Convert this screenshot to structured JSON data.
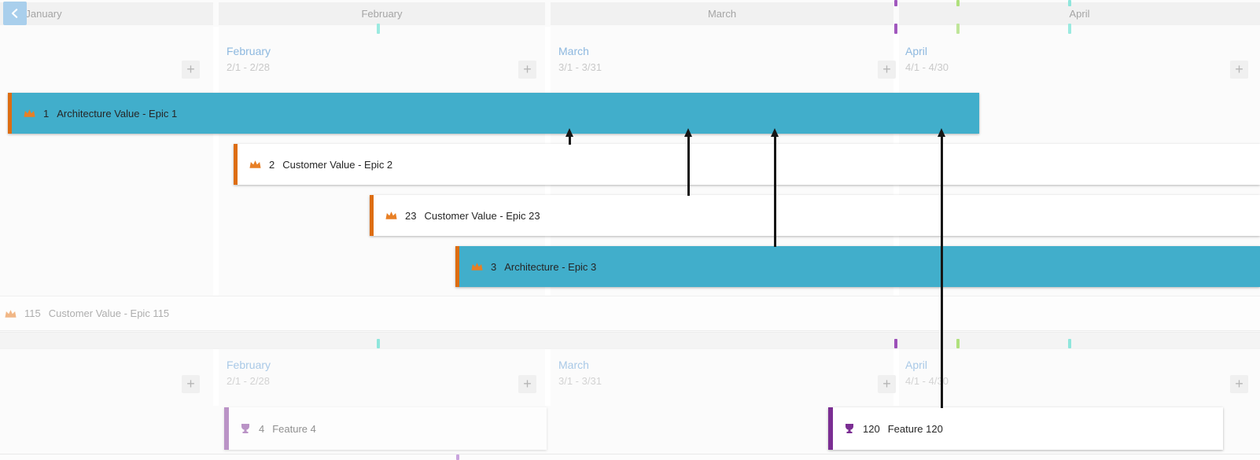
{
  "icons": {
    "plus": "+",
    "back_chevron": "chevron-left",
    "epic": "crown",
    "feature": "trophy"
  },
  "colors": {
    "epic_bar_teal": "#41AECB",
    "epic_accent_orange": "#DD6D12",
    "feature_accent_purple": "#7B2E93",
    "back_button_blue": "#A9CFEC",
    "month_label_blue": "#8DB8DF",
    "dependency_arrow": "#161616",
    "marker_purple": "#A158BE",
    "marker_green": "#AFE07C",
    "marker_cyan": "#8FE6DC"
  },
  "header": {
    "months": [
      {
        "label": "January"
      },
      {
        "label": "February"
      },
      {
        "label": "March"
      },
      {
        "label": "April"
      }
    ]
  },
  "swimlanes": [
    {
      "columns": [
        {
          "label": "February",
          "range": "2/1 - 2/28"
        },
        {
          "label": "March",
          "range": "3/1 - 3/31"
        },
        {
          "label": "April",
          "range": "4/1 - 4/30"
        }
      ],
      "items": [
        {
          "id": "1",
          "title": "Architecture Value - Epic 1"
        },
        {
          "id": "2",
          "title": "Customer Value - Epic 2"
        },
        {
          "id": "23",
          "title": "Customer Value - Epic 23"
        },
        {
          "id": "3",
          "title": "Architecture - Epic 3"
        },
        {
          "id": "115",
          "title": "Customer Value - Epic 115"
        }
      ]
    },
    {
      "columns": [
        {
          "label": "February",
          "range": "2/1 - 2/28"
        },
        {
          "label": "March",
          "range": "3/1 - 3/31"
        },
        {
          "label": "April",
          "range": "4/1 - 4/30"
        }
      ],
      "items": [
        {
          "id": "4",
          "title": "Feature 4"
        },
        {
          "id": "120",
          "title": "Feature 120"
        }
      ]
    }
  ]
}
